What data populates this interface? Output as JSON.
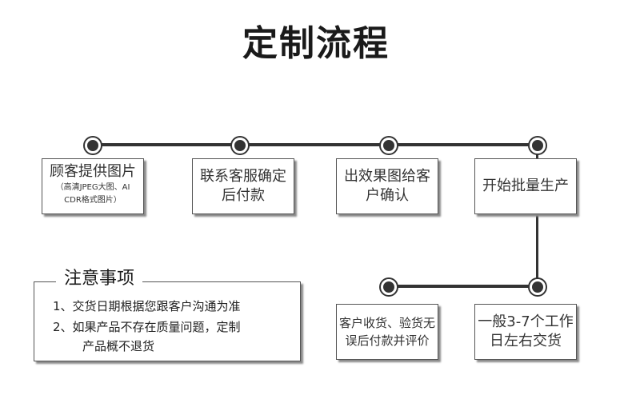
{
  "title": "定制流程",
  "steps": [
    {
      "text": "顾客提供图片",
      "note_line1": "（高清JPEG大图、AI",
      "note_line2": "CDR格式图片）"
    },
    {
      "line1": "联系客服确定",
      "line2": "后付款"
    },
    {
      "line1": "出效果图给客",
      "line2": "户确认"
    },
    {
      "text": "开始批量生产"
    },
    {
      "line1": "一般3-7个工作",
      "line2": "日左右交货"
    },
    {
      "line1": "客户收货、验货无",
      "line2": "误后付款并评价"
    }
  ],
  "notes": {
    "title": "注意事项",
    "item1": "1、交货日期根据您跟客户沟通为准",
    "item2_line1": "2、如果产品不存在质量问题，定制",
    "item2_line2": "产品概不退货"
  }
}
